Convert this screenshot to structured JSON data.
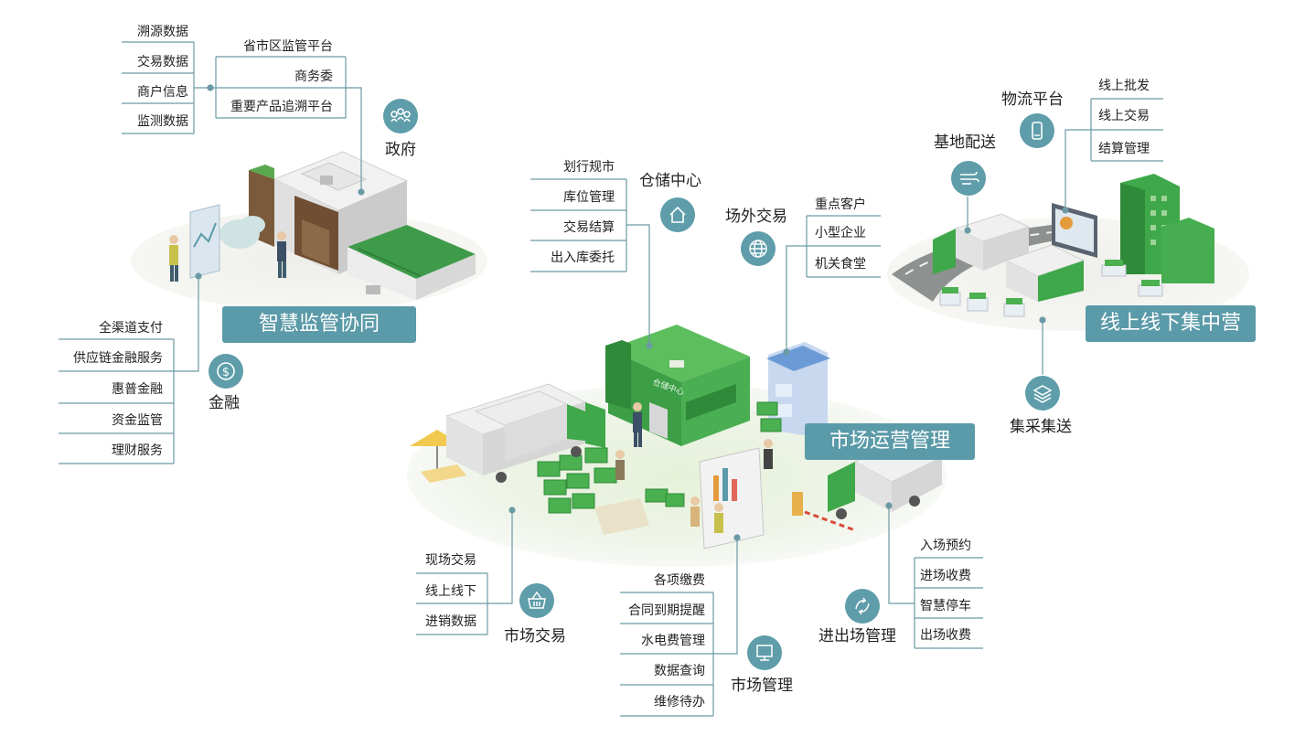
{
  "badges": {
    "smart_supervision": "智慧监管协同",
    "market_ops": "市场运营管理",
    "online_offline": "线上线下集中营"
  },
  "nodes": {
    "government": {
      "title": "政府",
      "icon": "people-icon",
      "data_items": [
        "溯源数据",
        "交易数据",
        "商户信息",
        "监测数据"
      ],
      "platforms": [
        "省市区监管平台",
        "商务委",
        "重要产品追溯平台"
      ]
    },
    "finance": {
      "title": "金融",
      "icon": "dollar-icon",
      "items": [
        "全渠道支付",
        "供应链金融服务",
        "惠普金融",
        "资金监管",
        "理财服务"
      ]
    },
    "warehouse": {
      "title": "仓储中心",
      "icon": "home-icon",
      "items": [
        "划行规市",
        "库位管理",
        "交易结算",
        "出入库委托"
      ]
    },
    "offsite": {
      "title": "场外交易",
      "icon": "globe-icon",
      "items": [
        "重点客户",
        "小型企业",
        "机关食堂"
      ]
    },
    "base_delivery": {
      "title": "基地配送",
      "icon": "wind-icon"
    },
    "logistics": {
      "title": "物流平台",
      "icon": "phone-icon",
      "items": [
        "线上批发",
        "线上交易",
        "结算管理"
      ]
    },
    "purchase": {
      "title": "集采集送",
      "icon": "layers-icon"
    },
    "market_trade": {
      "title": "市场交易",
      "icon": "basket-icon",
      "items": [
        "现场交易",
        "线上线下",
        "进销数据"
      ]
    },
    "market_mgmt": {
      "title": "市场管理",
      "icon": "monitor-icon",
      "items": [
        "各项缴费",
        "合同到期提醒",
        "水电费管理",
        "数据查询",
        "维修待办"
      ]
    },
    "entry_exit": {
      "title": "进出场管理",
      "icon": "arrows-icon",
      "items": [
        "入场预约",
        "进场收费",
        "智慧停车",
        "出场收费"
      ]
    }
  },
  "building_sign": "仓储中心",
  "colors": {
    "accent": "#5b9aa8",
    "line": "#5f8f9a",
    "green": "#3fa84a",
    "ground": "#eef3e6"
  }
}
